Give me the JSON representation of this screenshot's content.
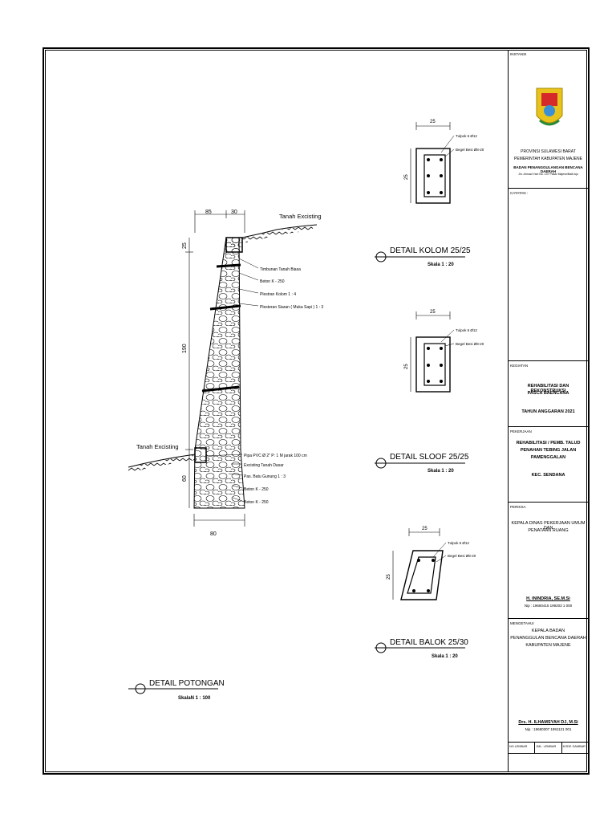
{
  "potongan": {
    "title": "DETAIL POTONGAN",
    "scale": "SkalaN 1 : 100",
    "dim_top_left": "85",
    "dim_top_right": "30",
    "dim_left_upper": "25",
    "dim_left_mid": "190",
    "dim_left_low": "60",
    "dim_bottom": "80",
    "ground_top": "Tanah Excisting",
    "ground_left": "Tanah Excisting",
    "labels_upper": [
      "Timbunan Tanah Biasa",
      "Beton K - 250",
      "Plestran Kolom 1 : 4",
      "Plesteran Siaran ( Muka Sapi ) 1 : 3"
    ],
    "labels_lower": [
      "Pipa PVC Ø 2\" P: 1 M jarak 100 cm",
      "Excisting Tanah Dasar",
      "Pas. Batu Gunung 1 : 3",
      "Beton K - 250",
      "Beton K - 250"
    ]
  },
  "kolom": {
    "title": "DETAIL KOLOM 25/25",
    "scale": "Skala 1 : 20",
    "dim_w": "25",
    "dim_h": "25",
    "label_1": "Tulpok 6 Ø12",
    "label_2": "Begel Besi Ø8-20"
  },
  "sloof": {
    "title": "DETAIL SLOOF 25/25",
    "scale": "Skala 1 : 20",
    "dim_w": "25",
    "dim_h": "25",
    "label_1": "Tulpok 6 Ø12",
    "label_2": "Begel Besi Ø8-20"
  },
  "balok": {
    "title": "DETAIL BALOK 25/30",
    "scale": "Skala 1 : 20",
    "dim_w": "25",
    "dim_h": "25",
    "label_1": "Tulpok 6 Ø12",
    "label_2": "Begel Besi Ø8-20"
  },
  "titleblock": {
    "instansi_hdr": "INSTANSI",
    "org_1": "PROVINSI SULAWESI BARAT",
    "org_2": "PEMERINTAH KABUPATEN MAJENE",
    "org_3": "BADAN PENANGGULANGAN BENCANA DAERAH",
    "org_addr": "Jln. Ahmad Yani No. 137 Pasar Majene/Baiti Aju",
    "catatan_hdr": "CATATAN :",
    "kegiatan_hdr": "KEGIATAN",
    "kegiatan_1": "REHABILITASI DAN REKONSTRUKSI",
    "kegiatan_2": "PASCA BAENCANA",
    "tahun": "TAHUN ANGGARAN 2021",
    "pekerjaan_hdr": "PEKERJAAN",
    "pekerjaan_1": "REHABILITASI / PEMB. TALUD",
    "pekerjaan_2": "PENAHAN TEBING JALAN",
    "pekerjaan_3": "PAMENGGALAN",
    "kec": "KEC. SENDANA",
    "periksa_hdr": "PERIKSA",
    "periksa_1": "KEPALA DINAS PEKERJAAN UMUM DAN",
    "periksa_2": "PENATAAN RUANG",
    "periksa_name": "H. ININDRIA, SE.M.Si",
    "periksa_nip": "Nip : 19660415 199203 1 000",
    "mengetahui_hdr": "MENGETAHUI",
    "mengetahui_1": "KEPALA BADAN",
    "mengetahui_2": "PENANGGULAN BENCANA DAERAH",
    "mengetahui_3": "KABUPATEN MAJENE",
    "mengetahui_name": "Drs. H. ILHAMSYAH DJ, M.Si",
    "mengetahui_nip": "Nip : 19680307 1991121 001",
    "foot_1": "NO.LEMBAR",
    "foot_2": "JML. LEMBAR",
    "foot_3": "KODE GAMBAR"
  }
}
